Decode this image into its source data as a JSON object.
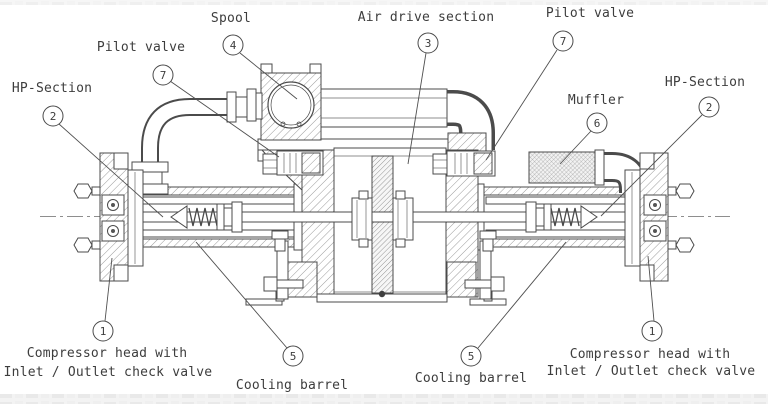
{
  "page": {
    "background": "#ffffff",
    "line_color": "#4b4b4b",
    "text_color": "#3d3d3d"
  },
  "annotations": {
    "spool": {
      "label": "Spool",
      "number": "4"
    },
    "air_drive_section": {
      "label": "Air drive section",
      "number": "3"
    },
    "pilot_valve_left": {
      "label": "Pilot valve",
      "number": "7"
    },
    "pilot_valve_right": {
      "label": "Pilot valve",
      "number": "7"
    },
    "hp_section_left": {
      "label": "HP-Section",
      "number": "2"
    },
    "hp_section_right": {
      "label": "HP-Section",
      "number": "2"
    },
    "muffler": {
      "label": "Muffler",
      "number": "6"
    },
    "cooling_barrel_left": {
      "label": "Cooling barrel",
      "number": "5"
    },
    "cooling_barrel_right": {
      "label": "Cooling barrel",
      "number": "5"
    },
    "compressor_head_left": {
      "label_line1": "Compressor head with",
      "label_line2": "Inlet / Outlet check valve",
      "number": "1"
    },
    "compressor_head_right": {
      "label_line1": "Compressor head with",
      "label_line2": "Inlet / Outlet check valve",
      "number": "1"
    }
  }
}
